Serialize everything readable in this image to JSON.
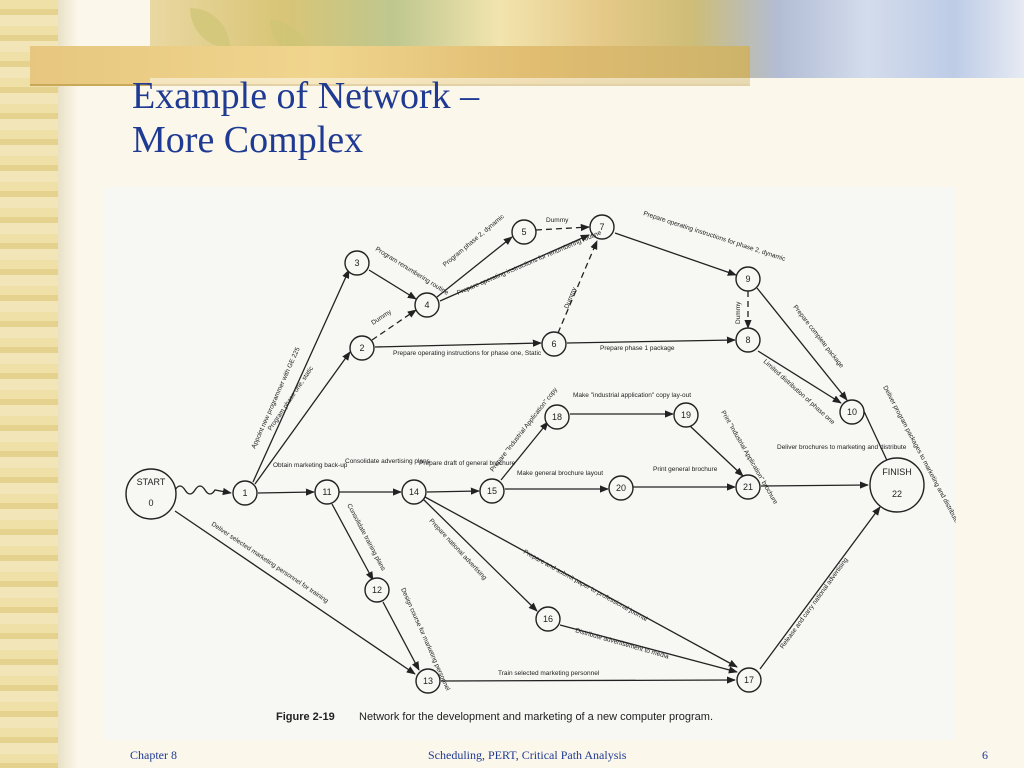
{
  "slide": {
    "title_line1": "Example of Network –",
    "title_line2": "More Complex",
    "footer_left": "Chapter 8",
    "footer_center": "Scheduling, PERT, Critical Path Analysis",
    "footer_right": "6"
  },
  "figure": {
    "caption_prefix": "Figure 2-19",
    "caption_text": "Network for the development and marketing of a new computer program.",
    "start_label": "START",
    "finish_label": "FINISH",
    "nodes": [
      "0",
      "1",
      "2",
      "3",
      "4",
      "5",
      "6",
      "7",
      "8",
      "9",
      "10",
      "11",
      "12",
      "13",
      "14",
      "15",
      "16",
      "17",
      "18",
      "19",
      "20",
      "21",
      "22"
    ],
    "activities": [
      "Appoint new programmer with GE 225",
      "Program phase one, static",
      "Program renumbering routine",
      "Dummy",
      "Program phase 2, dynamic",
      "Prepare operating instructions for renumbering routine",
      "Dummy",
      "Dummy",
      "Prepare operating instructions for phase 2, dynamic",
      "Prepare operating instructions for phase one, Static",
      "Prepare phase 1 package",
      "Dummy",
      "Prepare complete package",
      "Limited distribution of phase one",
      "Deliver program packages to marketing and distribute",
      "Obtain marketing back-up",
      "Consolidate advertising plans",
      "Consolidate training plans",
      "Prepare draft of general brochure",
      "Prepare \"Industrial Application\" copy",
      "Make \"industrial application\" copy lay-out",
      "Print \"Industrial Application\" brochure",
      "Make general brochure layout",
      "Print general brochure",
      "Deliver brochures to marketing and distribute",
      "Prepare national advertising",
      "Prepare and submit paper to professional journal",
      "Distribute advertisement to media",
      "Design course for marketing personnel",
      "Deliver selected marketing personnel for training",
      "Train selected marketing personnel",
      "Release and carry national advertising"
    ]
  }
}
